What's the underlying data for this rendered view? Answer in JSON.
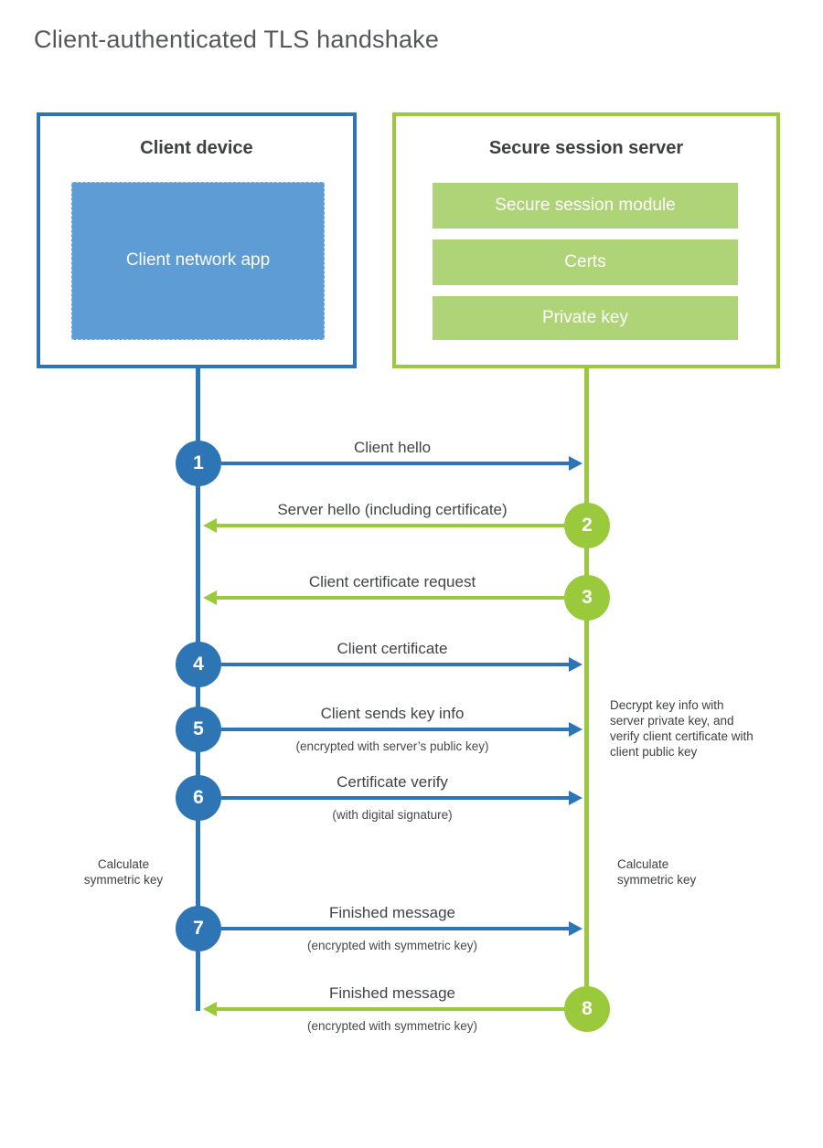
{
  "page": {
    "title": "Client-authenticated TLS handshake"
  },
  "client_box": {
    "title": "Client device",
    "app_label": "Client network app"
  },
  "server_box": {
    "title": "Secure session server",
    "modules": [
      "Secure session module",
      "Certs",
      "Private key"
    ]
  },
  "steps": [
    {
      "number": "1",
      "direction": "right",
      "color": "blue",
      "label": "Client hello",
      "sublabel": ""
    },
    {
      "number": "2",
      "direction": "left",
      "color": "green",
      "label": "Server hello (including certificate)",
      "sublabel": ""
    },
    {
      "number": "3",
      "direction": "left",
      "color": "green",
      "label": "Client certificate request",
      "sublabel": ""
    },
    {
      "number": "4",
      "direction": "right",
      "color": "blue",
      "label": "Client certificate",
      "sublabel": ""
    },
    {
      "number": "5",
      "direction": "right",
      "color": "blue",
      "label": "Client sends key info",
      "sublabel": "(encrypted with server’s public key)"
    },
    {
      "number": "6",
      "direction": "right",
      "color": "blue",
      "label": "Certificate verify",
      "sublabel": "(with digital signature)"
    },
    {
      "number": "7",
      "direction": "right",
      "color": "blue",
      "label": "Finished message",
      "sublabel": "(encrypted with symmetric key)"
    },
    {
      "number": "8",
      "direction": "left",
      "color": "green",
      "label": "Finished message",
      "sublabel": "(encrypted with symmetric key)"
    }
  ],
  "annotations": {
    "decrypt_note": "Decrypt key info with server private key, and verify client certificate with client public key",
    "calc_left": "Calculate symmetric key",
    "calc_right": "Calculate symmetric key"
  },
  "colors": {
    "blue_stroke": "#2e75b6",
    "blue_fill": "#5d9cd4",
    "green_stroke": "#9aca3c",
    "green_fill": "#afd478",
    "heading_text": "#3f4041",
    "title_text": "#56575b"
  }
}
